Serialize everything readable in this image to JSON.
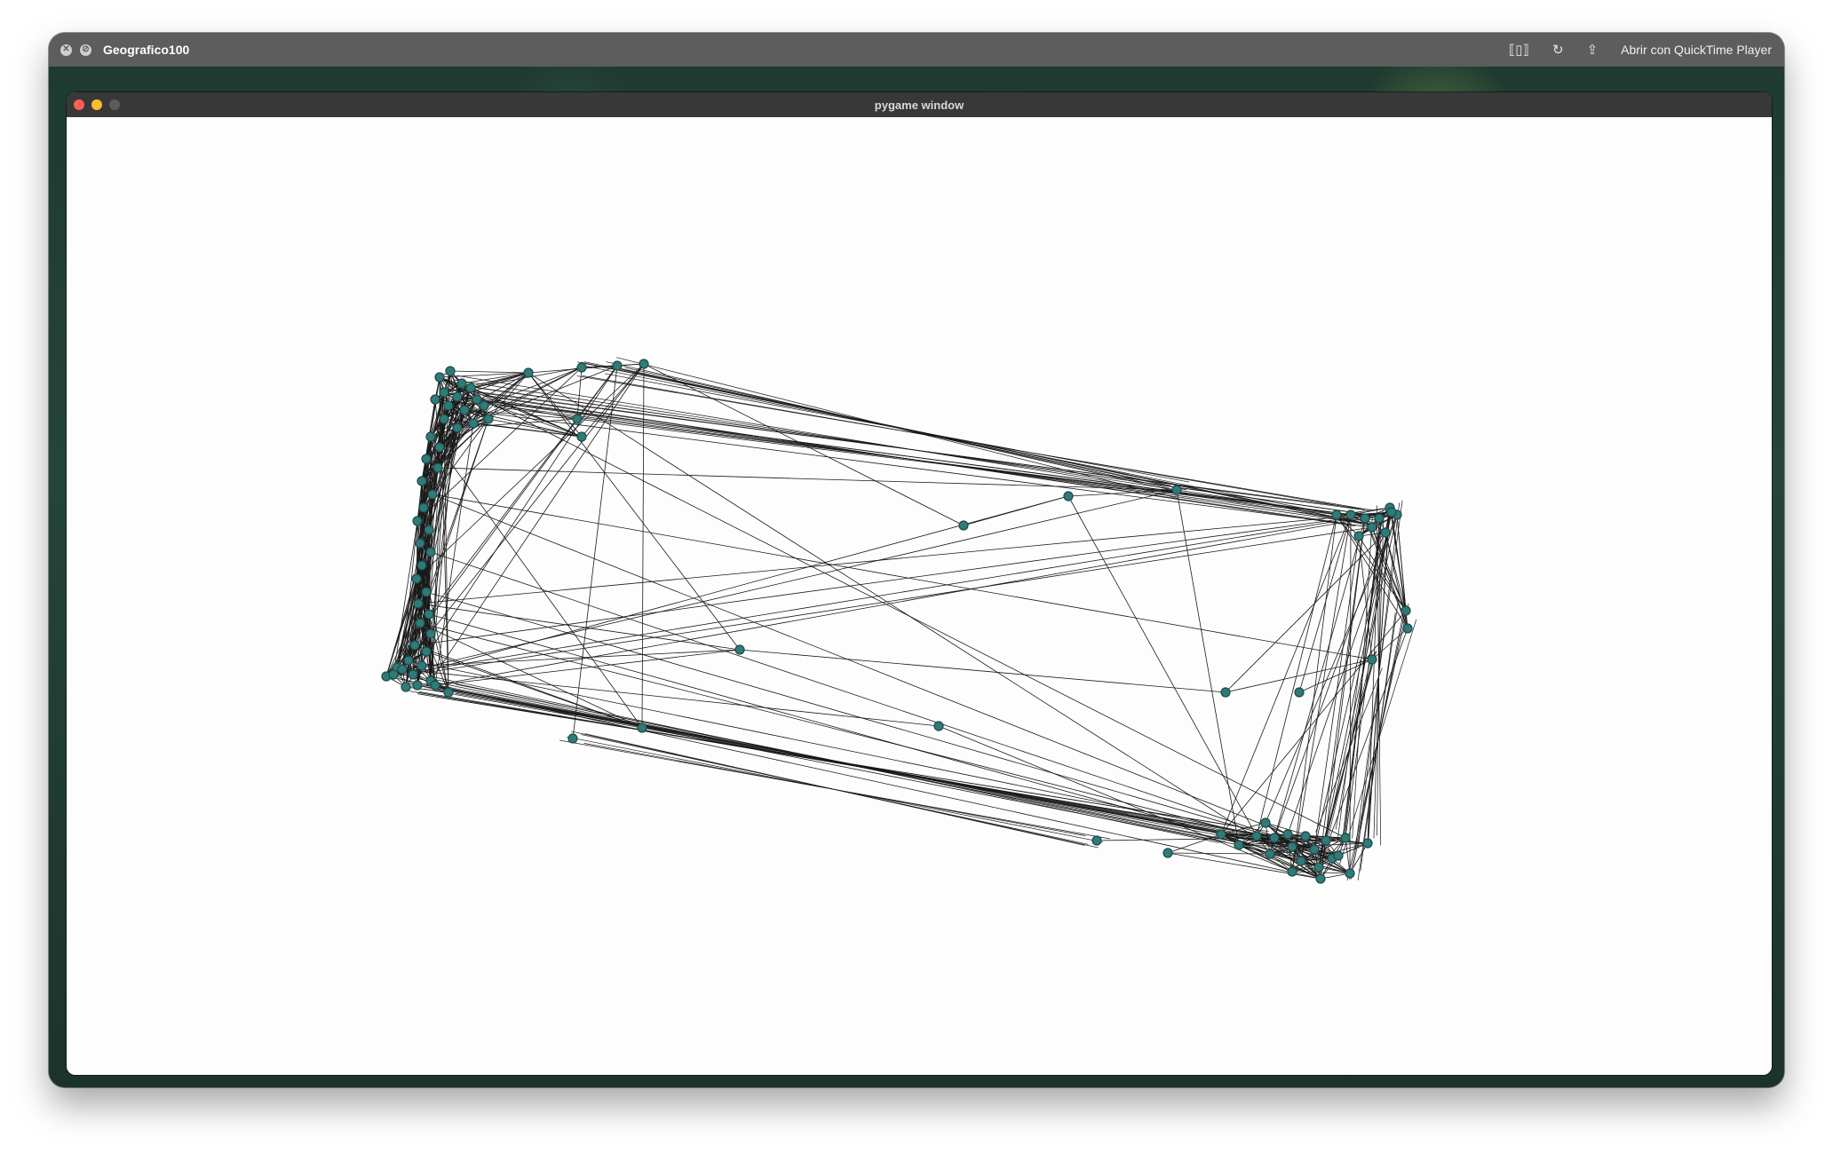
{
  "viewer": {
    "title": "Geografico100",
    "close_icon": "close-icon",
    "block_icon": "no-entry-icon",
    "trim_icon": "trim-icon",
    "rotate_icon": "rotate-icon",
    "share_icon": "share-icon",
    "open_with_label": "Abrir con QuickTime Player"
  },
  "game_window": {
    "title": "pygame window"
  },
  "graph": {
    "node_color": "#2e7b78",
    "node_stroke": "#1f4a48",
    "edge_color": "#1a1a1a",
    "background": "#fdfdfd"
  }
}
